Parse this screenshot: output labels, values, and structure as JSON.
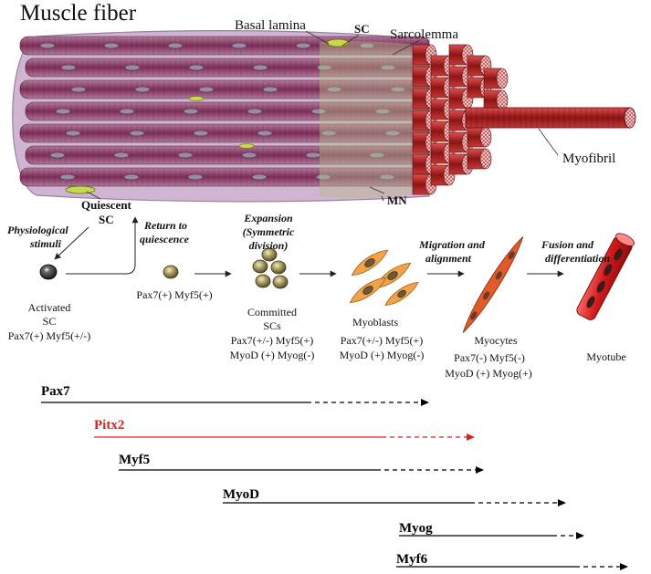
{
  "top": {
    "title": "Muscle fiber",
    "basal_lamina": "Basal lamina",
    "sc": "SC",
    "sarcolemma": "Sarcolemma",
    "myofibril": "Myofibril",
    "mn": "MN",
    "quiescent_line1": "Quiescent",
    "quiescent_line2": "SC"
  },
  "stages": {
    "physiological_line1": "Physiological",
    "physiological_line2": "stimuli",
    "return_line1": "Return to",
    "return_line2": "quiescence",
    "activated_line1": "Activated",
    "activated_line2": "SC",
    "activated_markers": "Pax7(+) Myf5(+/-)",
    "renewed_markers": "Pax7(+) Myf5(+)",
    "expansion_line1": "Expansion",
    "expansion_line2": "(Symmetric",
    "expansion_line3": "division)",
    "committed_line1": "Committed",
    "committed_line2": "SCs",
    "committed_markers1": "Pax7(+/-) Myf5(+)",
    "committed_markers2": "MyoD (+) Myog(-)",
    "migration_line1": "Migration and",
    "migration_line2": "alignment",
    "myoblasts_label": "Myoblasts",
    "myoblasts_markers1": "Pax7(+/-) Myf5(+)",
    "myoblasts_markers2": "MyoD (+) Myog(-)",
    "fusion_line1": "Fusion and",
    "fusion_line2": "differentiation",
    "myocytes_label": "Myocytes",
    "myocytes_markers1": "Pax7(-) Myf5(-)",
    "myocytes_markers2": "MyoD (+) Myog(+)",
    "myotube_label": "Myotube"
  },
  "genes": [
    {
      "name": "Pax7",
      "color": "#000000"
    },
    {
      "name": "Pitx2",
      "color": "#e0201b"
    },
    {
      "name": "Myf5",
      "color": "#000000"
    },
    {
      "name": "MyoD",
      "color": "#000000"
    },
    {
      "name": "Myog",
      "color": "#000000"
    },
    {
      "name": "Myf6",
      "color": "#000000"
    }
  ],
  "colors": {
    "fiber": "#8b3a62",
    "myofibril": "#b01e1e",
    "cell_orange": "#f2a24a",
    "myocyte": "#e05a2a",
    "pitx2_red": "#e0201b"
  }
}
